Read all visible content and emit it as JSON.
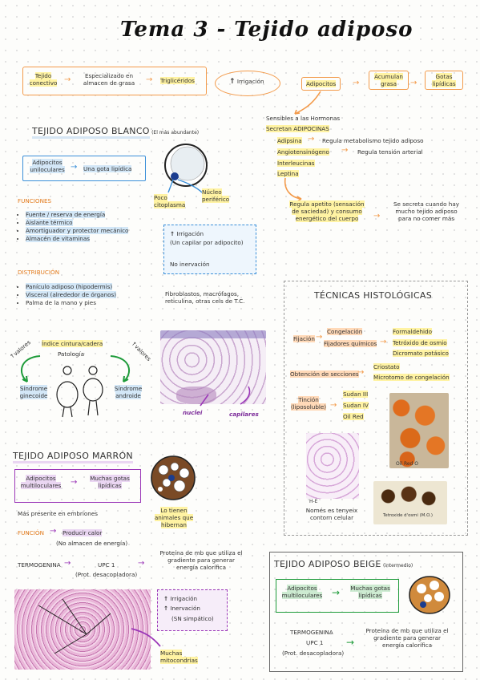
{
  "title": "Tema 3 - Tejido adiposo",
  "top_flow": {
    "tejido": "Tejido conectivo",
    "especializado": "Especializado en almacen de grasa",
    "trigliceridos": "Triglicéridos",
    "irrigacion": "Irrigación",
    "adipocitos": "Adipocitos",
    "acumulan": "Acumulan grasa",
    "gotas": "Gotas lipídicas"
  },
  "hormonas": {
    "sensibles": "Sensibles a las Hormonas",
    "secretan": "Secretan ADIPOCINAS",
    "items": [
      {
        "name": "Adipsina",
        "desc": "Regula metabolismo tejido adiposo"
      },
      {
        "name": "Angiotensinógeno",
        "desc": "Regula tensión arterial"
      },
      {
        "name": "Interleucinas",
        "desc": ""
      },
      {
        "name": "Leptina",
        "desc": ""
      }
    ],
    "apetito": "Regula apetito (sensación de saciedad) y consumo energético del cuerpo",
    "secreta": "Se secreta cuando hay mucho tejido adiposo para no comer más"
  },
  "blanco": {
    "heading": "TEJIDO ADIPOSO BLANCO",
    "note": "(El más abundante)",
    "adipocitos": "Adipocitos uniloculares",
    "gota": "Una gota lipídica",
    "poco": "Poco citoplasma",
    "nucleo": "Núcleo periférico",
    "funciones_h": "FUNCIONES",
    "funciones": [
      "Fuente / reserva de energía",
      "Aislante térmico",
      "Amortiguador y protector mecánico",
      "Almacén de vitaminas"
    ],
    "irrig1": "Irrigación",
    "irrig2": "(Un capilar por adipocito)",
    "inerv": "No inervación",
    "distrib_h": "DISTRIBUCIÓN",
    "distrib": [
      "Panículo adiposo (hipodermis)",
      "Visceral (alrededor de órganos)",
      "Palma de la mano y pies"
    ],
    "fibro": "Fibroblastos, macrófagos, reticulina, otras cels de T.C.",
    "indice": "Índice cintura/cadera",
    "patologia": "Patología",
    "valores_izq": "valores",
    "valores_der": "valores",
    "ginecoide": "Síndrome ginecoide",
    "androide": "Síndrome androide",
    "nuclei": "nuclei",
    "capilares": "capilares"
  },
  "tecnicas": {
    "heading": "TÉCNICAS HISTOLÓGICAS",
    "fijacion": "Fijación",
    "congelacion": "Congelación",
    "fijadores": "Fijadores químicos",
    "formaldehido": "Formaldehido",
    "tetroxido": "Tetróxido de osmio",
    "dicromato": "Dicromato potásico",
    "obtencion": "Obtención de secciones",
    "criostato": "Criostato",
    "microtomo": "Microtomo de congelación",
    "tincion": "Tinción (liposoluble)",
    "sudan3": "Sudan III",
    "sudan4": "Sudan IV",
    "oilred": "Oil Red",
    "oilred_label": "Oil Red O",
    "he": "H-E",
    "nomes": "Només es tenyeix contorn celular",
    "tetroxide_label": "Tetroxide d'osmi (M.O.)"
  },
  "marron": {
    "heading": "TEJIDO ADIPOSO MARRÓN",
    "adipocitos": "Adipocitos multiloculares",
    "gotas": "Muchas gotas lipídicas",
    "presente": "Más presente en embriones",
    "tienen": "Lo tienen animales que hibernan",
    "funcion": "FUNCIÓN",
    "producir": "Producir calor",
    "no_almacen": "(No almacen de energía)",
    "termogenina": "TERMOGENINA",
    "upc": "UPC 1",
    "prot": "(Prot. desacopladora)",
    "proteina": "Proteína de mb que utiliza el gradiente para generar energía calorífica",
    "irrig": "Irrigación",
    "inerv": "Inervación",
    "sn": "(SN simpático)",
    "mito": "Muchas mitocondrias"
  },
  "beige": {
    "heading": "TEJIDO ADIPOSO BEIGE",
    "note": "(intermedio)",
    "adipocitos": "Adipocitos multiloculares",
    "gotas": "Muchas gotas lipídicas",
    "termogenina": "TERMOGENINA",
    "upc": "UPC 1",
    "prot": "(Prot. desacopladora)",
    "proteina": "Proteína de mb que utiliza el gradiente para generar energía calorífica"
  },
  "icons": {
    "up": "↑",
    "arrow": "→"
  }
}
